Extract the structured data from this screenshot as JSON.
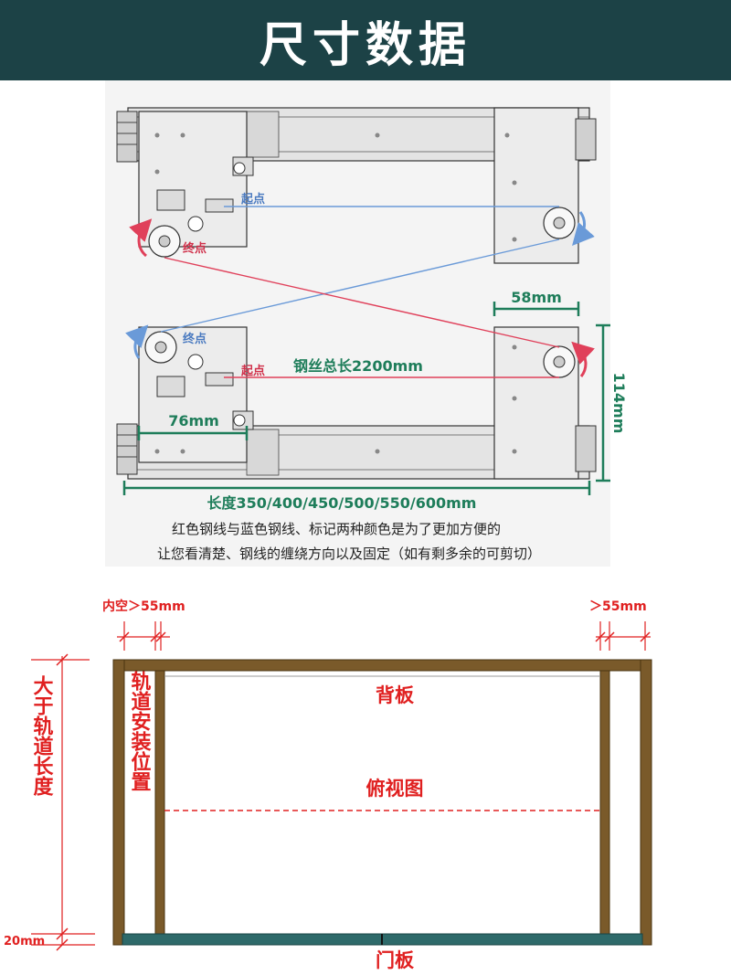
{
  "header": {
    "title": "尺寸数据"
  },
  "rail_diagram": {
    "start_label": "起点",
    "end_label": "终点",
    "dim_bracket_width": "58mm",
    "dim_bracket_height": "114mm",
    "dim_inner_width": "76mm",
    "wire_total_length": "钢丝总长2200mm",
    "rail_length": "长度350/400/450/500/550/600mm",
    "note_line1": "红色钢线与蓝色钢线、标记两种颜色是为了更加方便的",
    "note_line2": "让您看清楚、钢线的缠绕方向以及固定（如有剩多余的可剪切）",
    "colors": {
      "red_wire": "#e0405a",
      "blue_wire": "#6a9ad8",
      "dimension": "#1e7d5a",
      "header": "#1c4246"
    }
  },
  "cabinet_diagram": {
    "clearance_left": "内空＞55mm",
    "clearance_right": "＞55mm",
    "depth_label": "大于轨道长度",
    "gap_label": "20mm",
    "back_panel": "背板",
    "top_view": "俯视图",
    "rail_position": "轨道安装位置",
    "door_panel": "门板",
    "colors": {
      "wood": "#7a5a2a",
      "door": "#2e6a6a",
      "annotation": "#e02020"
    }
  }
}
